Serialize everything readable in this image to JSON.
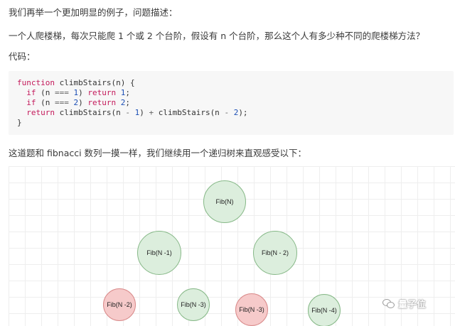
{
  "intro": "我们再举一个更加明显的例子，问题描述：",
  "problem": "一个人爬楼梯，每次只能爬 1 个或 2 个台阶，假设有 n 个台阶，那么这个人有多少种不同的爬楼梯方法？",
  "code_label": "代码：",
  "code": {
    "line1": {
      "kw": "function",
      "rest": " climbStairs(n) {"
    },
    "line2": {
      "kw_if": "if",
      "lhs": " (n ",
      "op": "===",
      "num": "1",
      "mid": ") ",
      "kw_ret": "return",
      "sp": " ",
      "ret_val": "1",
      "end": ";"
    },
    "line3": {
      "kw_if": "if",
      "lhs": " (n ",
      "op": "===",
      "num": "2",
      "mid": ") ",
      "kw_ret": "return",
      "sp": " ",
      "ret_val": "2",
      "end": ";"
    },
    "line4": {
      "kw_ret": "return",
      "a": " climbStairs(n ",
      "op1": "-",
      "sp1": " ",
      "n1": "1",
      "b": ") ",
      "plus": "+",
      "c": " climbStairs(n ",
      "op2": "-",
      "sp2": " ",
      "n2": "2",
      "end": ");"
    },
    "line5": "}"
  },
  "tree_intro": "这道题和 fibnacci 数列一摸一样，我们继续用一个递归树来直观感受以下：",
  "tree": {
    "nodes": [
      {
        "id": "fib-n",
        "label": "Fib(N)",
        "color": "green"
      },
      {
        "id": "fib-n1",
        "label": "Fib(N -1)",
        "color": "green"
      },
      {
        "id": "fib-n2",
        "label": "Fib(N - 2)",
        "color": "green"
      },
      {
        "id": "fib-n2-left",
        "label": "Fib(N -2)",
        "color": "red"
      },
      {
        "id": "fib-n3-left",
        "label": "Fib(N -3)",
        "color": "green"
      },
      {
        "id": "fib-n3-right",
        "label": "Fib(N -3)",
        "color": "red"
      },
      {
        "id": "fib-n4",
        "label": "Fib(N -4)",
        "color": "green"
      }
    ]
  },
  "watermark": {
    "icon": "wechat-icon",
    "text": "量子位"
  },
  "colors": {
    "node_green_fill": "#dceedd",
    "node_green_border": "#86b887",
    "node_red_fill": "#f6caca",
    "node_red_border": "#d98a8a",
    "keyword": "#c41a5b",
    "number": "#1c4fb5"
  }
}
